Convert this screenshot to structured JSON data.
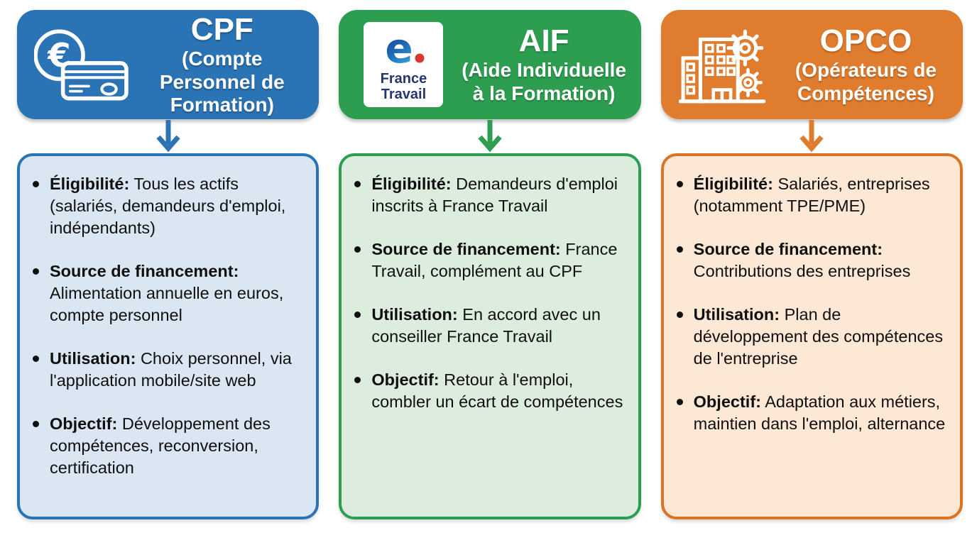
{
  "page": {
    "background": "#ffffff",
    "text_color": "#0f0f0f"
  },
  "logo": {
    "name_line1": "France",
    "name_line2": "Travail",
    "mark": "e",
    "mark_color_top": "#1c3f93",
    "mark_color_bottom": "#2f9fd8",
    "dot_color": "#d63a2f",
    "name_color": "#26356f"
  },
  "icons": {
    "euro_symbol": "€"
  },
  "columns": [
    {
      "key": "cpf",
      "title": "CPF",
      "subtitle": "(Compte Personnel de Formation)",
      "icon": "euro-coin-card-icon",
      "colors": {
        "accent": "#2a73b4",
        "body_bg": "#dae7f3"
      },
      "bullets": [
        {
          "label": "Éligibilité:",
          "text": "Tous les actifs (salariés, demandeurs d'emploi, indépendants)"
        },
        {
          "label": "Source de financement:",
          "text": "Alimentation annuelle en euros, compte personnel"
        },
        {
          "label": "Utilisation:",
          "text": "Choix personnel, via l'application mobile/site web"
        },
        {
          "label": "Objectif:",
          "text": "Développement des compétences, reconversion, certification"
        }
      ]
    },
    {
      "key": "aif",
      "title": "AIF",
      "subtitle": "(Aide Individuelle à la Formation)",
      "icon": "france-travail-logo",
      "colors": {
        "accent": "#2d9e50",
        "body_bg": "#dcedde"
      },
      "bullets": [
        {
          "label": "Éligibilité:",
          "text": "Demandeurs d'emploi inscrits à France Travail"
        },
        {
          "label": "Source de financement:",
          "text": "France Travail, complément au CPF"
        },
        {
          "label": "Utilisation:",
          "text": "En accord avec un conseiller France Travail"
        },
        {
          "label": "Objectif:",
          "text": "Retour à l'emploi, combler un écart de compétences"
        }
      ]
    },
    {
      "key": "opco",
      "title": "OPCO",
      "subtitle": "(Opérateurs de Compétences)",
      "icon": "building-gears-icon",
      "colors": {
        "accent": "#e07c2d",
        "body_bg": "#fce8d5"
      },
      "bullets": [
        {
          "label": "Éligibilité:",
          "text": "Salariés, entreprises (notamment TPE/PME)"
        },
        {
          "label": "Source de financement:",
          "text": "Contributions des entreprises"
        },
        {
          "label": "Utilisation:",
          "text": "Plan de développement des compétences de l'entreprise"
        },
        {
          "label": "Objectif:",
          "text": "Adaptation aux métiers, maintien dans l'emploi, alternance"
        }
      ]
    }
  ]
}
